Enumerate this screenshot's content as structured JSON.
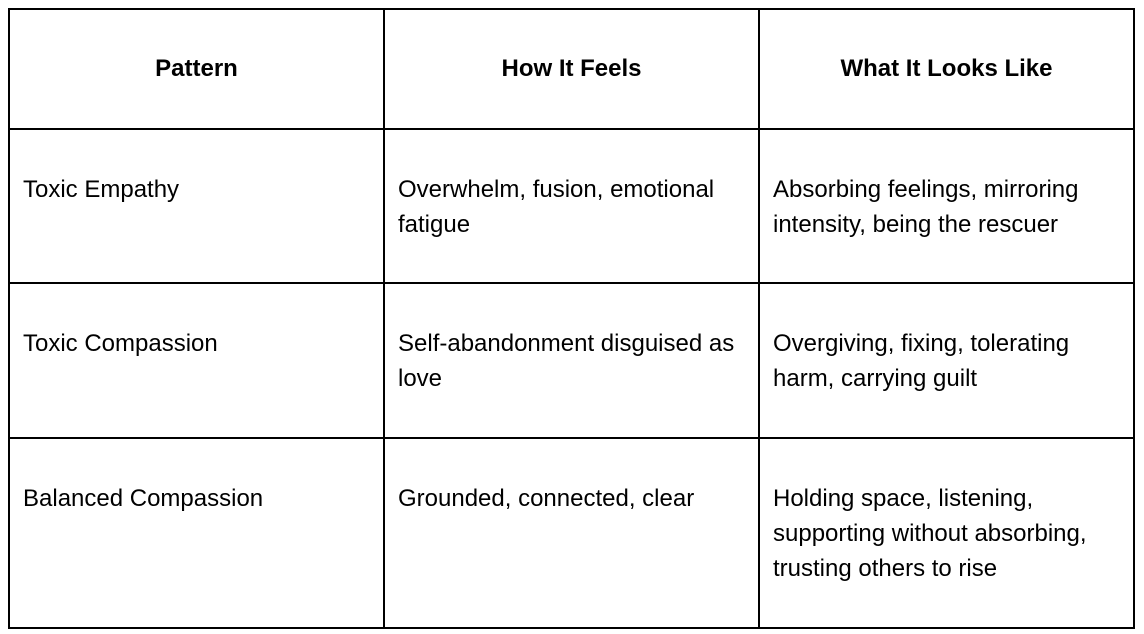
{
  "table": {
    "headers": [
      "Pattern",
      "How It Feels",
      "What It Looks Like"
    ],
    "rows": [
      {
        "pattern": "Toxic Empathy",
        "feels": "Overwhelm, fusion, emotional fatigue",
        "looks": "Absorbing feelings, mirroring intensity, being the rescuer"
      },
      {
        "pattern": "Toxic Compassion",
        "feels": "Self-abandonment disguised as love",
        "looks": "Overgiving, fixing, tolerating harm, carrying guilt"
      },
      {
        "pattern": "Balanced Compassion",
        "feels": "Grounded, connected, clear",
        "looks": "Holding space, listening, supporting without absorbing, trusting others to rise"
      }
    ]
  }
}
